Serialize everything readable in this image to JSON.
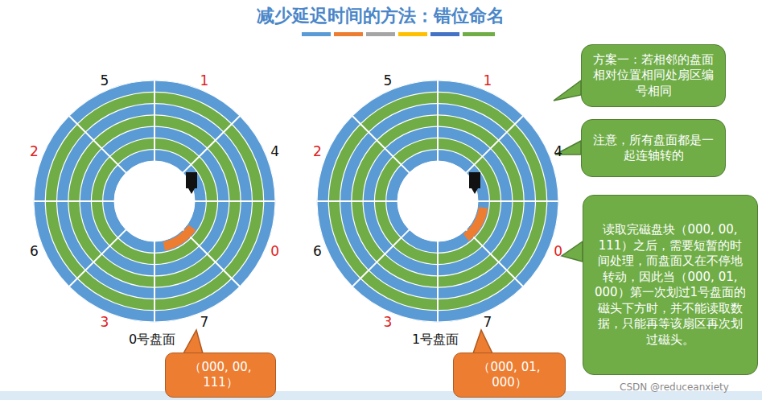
{
  "diagram": {
    "title": "减少延迟时间的方法：错位命名",
    "nodes": [
      {
        "text": [
          "方案一：若相邻的盘面相对位置相同处扇区编号相同"
        ]
      },
      {
        "text": [
          "注意，所有盘面都是一起连轴转的"
        ]
      },
      {
        "text": [
          "读取完磁盘块（000, 00, 111）之后，需要短暂的时间处理，而盘面又在不停地转动，因此当（000, 01, 000）第一次划过1号盘面的磁头下方时，并不能读取数据，只能再等该扇区再次划过磁头。"
        ]
      },
      {
        "text": [
          "（000, 00, 111）"
        ]
      },
      {
        "text": [
          "（000, 01, 000）"
        ]
      }
    ],
    "labels": [
      "5",
      "1",
      "4",
      "0",
      "7",
      "3",
      "6",
      "2",
      "5",
      "1",
      "4",
      "0",
      "7",
      "3",
      "6",
      "2",
      "0号盘面",
      "1号盘面",
      "CSDN @reduceanxiety"
    ]
  }
}
